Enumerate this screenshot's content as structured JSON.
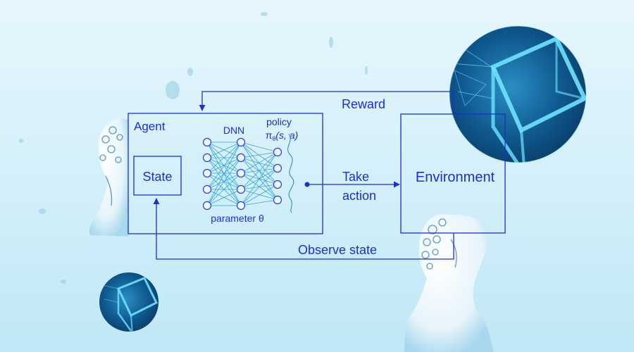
{
  "colors": {
    "background_light": "#dff3fb",
    "background_mid": "#b9e6f6",
    "ink": "#1a2fd6",
    "network_node": "#2a3fd0",
    "network_edge": "#2fa6d6",
    "glow_cyan": "#52d6ff",
    "glow_deep": "#0b4f86"
  },
  "diagram": {
    "agent_label": "Agent",
    "state_label": "State",
    "dnn_label": "DNN",
    "policy_label": "policy",
    "policy_symbol": "πθ(s, a)",
    "policy_main": "π",
    "policy_sub": "θ",
    "policy_args": "(s, a)",
    "parameter_label": "parameter θ",
    "environment_label": "Environment",
    "reward_label": "Reward",
    "take_label": "Take",
    "action_label": "action",
    "observe_label": "Observe state"
  },
  "decorations": [
    {
      "name": "statue-bust-left"
    },
    {
      "name": "statue-bust-right"
    },
    {
      "name": "glowing-cube-orb-large"
    },
    {
      "name": "glowing-cube-orb-small"
    }
  ]
}
